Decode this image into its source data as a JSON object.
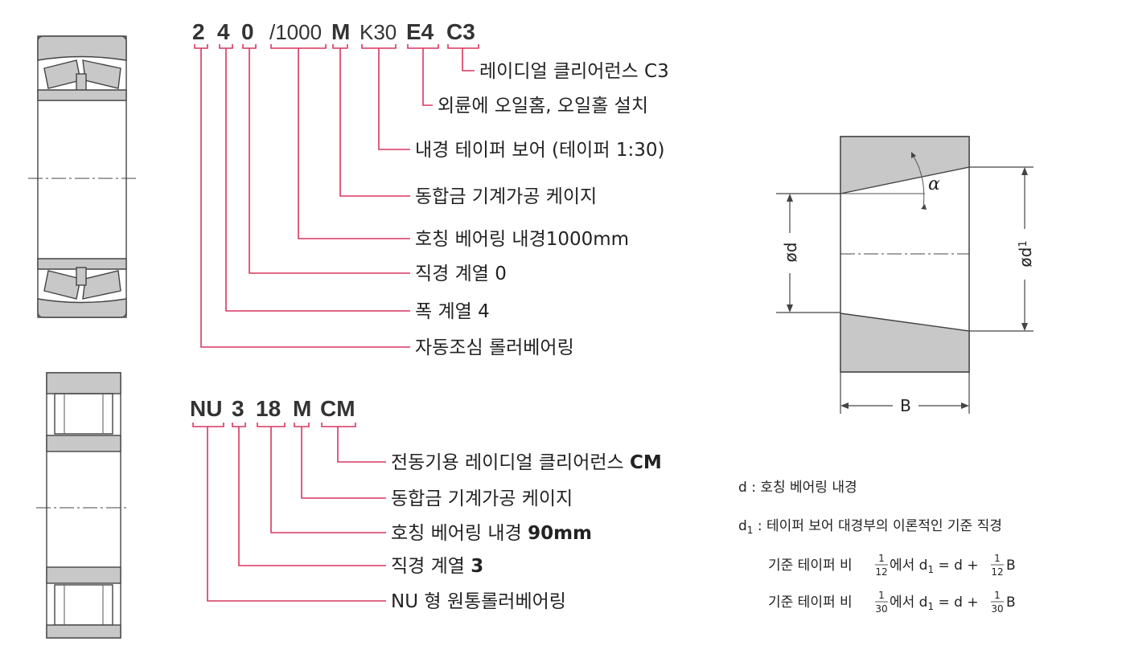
{
  "designation_1": {
    "parts": [
      "2",
      "4",
      "0",
      "/1000",
      "M",
      "K30",
      "E4",
      "C3"
    ],
    "labels": [
      "레이디얼 클리어런스 C3",
      "외륜에 오일홈, 오일홀 설치",
      "내경 테이퍼 보어 (테이퍼 1:30)",
      "동합금 기계가공 케이지",
      "호칭 베어링 내경1000mm",
      "직경 계열 0",
      "폭 계열 4",
      "자동조심 롤러베어링"
    ]
  },
  "designation_2": {
    "parts": [
      "NU",
      "3",
      "18",
      "M",
      "CM"
    ],
    "labels": [
      {
        "text": "전동기용 레이디얼 클리어런스 ",
        "bold": "CM"
      },
      {
        "text": "동합금 기계가공 케이지",
        "bold": ""
      },
      {
        "text": "호칭 베어링 내경 ",
        "bold": "90mm"
      },
      {
        "text": "직경 계열 ",
        "bold": "3"
      },
      {
        "text": "NU 형 원통롤러베어링",
        "bold": ""
      }
    ]
  },
  "taper_diagram": {
    "d_label": "ød",
    "d1_label": "ød",
    "d1_sub": "1",
    "b_label": "B",
    "alpha_label": "α"
  },
  "notes": {
    "d_def_symbol": "d",
    "d_def_text": " : 호칭 베어링 내경",
    "d1_def_symbol": "d",
    "d1_def_sub": "1",
    "d1_def_text": " : 테이퍼 보어 대경부의 이론적인 기준 직경",
    "formula_1_prefix": "기준 테이퍼 비",
    "formula_1_ratio_num": "1",
    "formula_1_ratio_den": "12",
    "formula_1_mid": "에서 d",
    "formula_1_sub": "1",
    "formula_1_eq": " = d + ",
    "formula_1_coef_num": "1",
    "formula_1_coef_den": "12",
    "formula_1_end": "B",
    "formula_2_prefix": "기준 테이퍼 비",
    "formula_2_ratio_num": "1",
    "formula_2_ratio_den": "30",
    "formula_2_mid": "에서 d",
    "formula_2_sub": "1",
    "formula_2_eq": " = d + ",
    "formula_2_coef_num": "1",
    "formula_2_coef_den": "30",
    "formula_2_end": "B"
  },
  "colors": {
    "leader": "#d9365f",
    "bearing_fill": "#c8c8c8",
    "text": "#222222"
  }
}
